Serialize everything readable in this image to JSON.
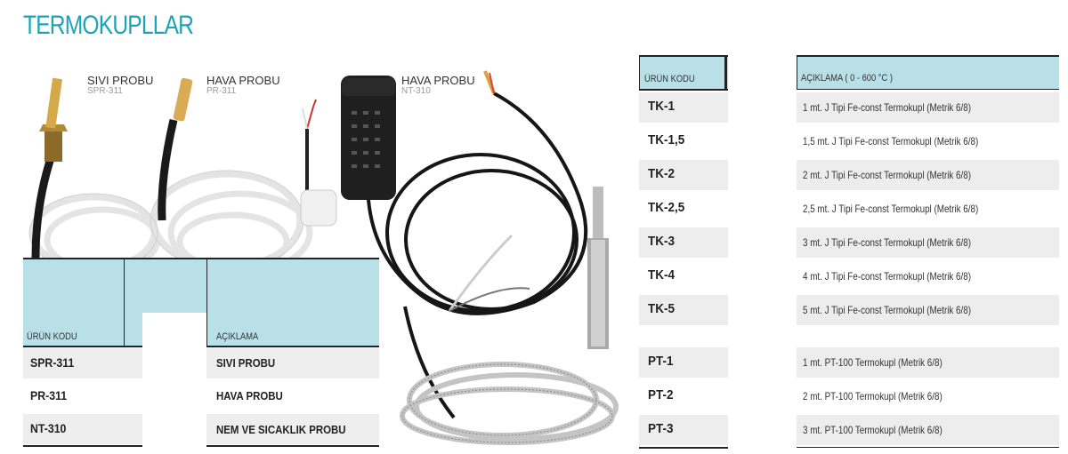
{
  "title": "TERMOKUPLLAR",
  "probes": [
    {
      "name": "SIVI PROBU",
      "code": "SPR-311"
    },
    {
      "name": "HAVA PROBU",
      "code": "PR-311"
    },
    {
      "name": "HAVA PROBU",
      "code": "NT-310"
    }
  ],
  "left_table": {
    "headers": {
      "code": "ÜRÜN KODU",
      "description": "AÇIKLAMA"
    },
    "rows": [
      {
        "code": "SPR-311",
        "description": "SIVI PROBU"
      },
      {
        "code": "PR-311",
        "description": "HAVA PROBU"
      },
      {
        "code": "NT-310",
        "description": "NEM VE SICAKLIK PROBU"
      }
    ]
  },
  "right_table": {
    "headers": {
      "code": "ÜRÜN KODU",
      "description": "AÇIKLAMA   ( 0 - 600 °C )"
    },
    "rows": [
      {
        "code": "TK-1",
        "description": "1 mt. J Tipi Fe-const Termokupl (Metrik 6/8)"
      },
      {
        "code": "TK-1,5",
        "description": "1,5 mt. J Tipi Fe-const Termokupl (Metrik 6/8)"
      },
      {
        "code": "TK-2",
        "description": "2 mt. J Tipi Fe-const Termokupl (Metrik 6/8)"
      },
      {
        "code": "TK-2,5",
        "description": "2,5 mt. J Tipi Fe-const Termokupl (Metrik 6/8)"
      },
      {
        "code": "TK-3",
        "description": "3 mt. J Tipi Fe-const Termokupl (Metrik 6/8)"
      },
      {
        "code": "TK-4",
        "description": "4 mt. J Tipi Fe-const Termokupl (Metrik 6/8)"
      },
      {
        "code": "TK-5",
        "description": "5 mt. J Tipi Fe-const Termokupl (Metrik 6/8)"
      },
      {
        "code": "PT-1",
        "description": "1 mt. PT-100 Termokupl (Metrik 6/8)"
      },
      {
        "code": "PT-2",
        "description": "2 mt. PT-100 Termokupl (Metrik 6/8)"
      },
      {
        "code": "PT-3",
        "description": "3 mt. PT-100 Termokupl (Metrik 6/8)"
      }
    ]
  },
  "colors": {
    "accent": "#1ba3b8",
    "header_band": "#b9e0e6",
    "row_shade": "#ededed"
  }
}
